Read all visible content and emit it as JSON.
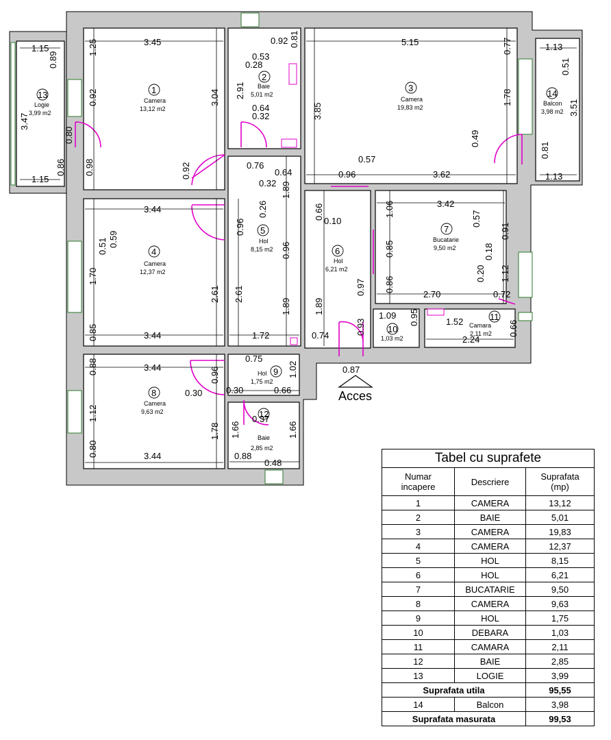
{
  "rooms": [
    {
      "num": "1",
      "name": "Camera",
      "area": "13,12 m2"
    },
    {
      "num": "2",
      "name": "Baie",
      "area": "5,01 m2"
    },
    {
      "num": "3",
      "name": "Camera",
      "area": "19,83 m2"
    },
    {
      "num": "4",
      "name": "Camera",
      "area": "12,37 m2"
    },
    {
      "num": "5",
      "name": "Hol",
      "area": "8,15 m2"
    },
    {
      "num": "6",
      "name": "Hol",
      "area": "6,21 m2"
    },
    {
      "num": "7",
      "name": "Bucatarie",
      "area": "9,50 m2"
    },
    {
      "num": "8",
      "name": "Camera",
      "area": "9,63 m2"
    },
    {
      "num": "9",
      "name": "Hol",
      "area": "1,75 m2"
    },
    {
      "num": "10",
      "name": "",
      "area": "1,03 m2"
    },
    {
      "num": "11",
      "name": "Camara",
      "area": "2,11 m2"
    },
    {
      "num": "12",
      "name": "Baie",
      "area": "2,85 m2"
    },
    {
      "num": "13",
      "name": "Logie",
      "area": "3,99 m2"
    },
    {
      "num": "14",
      "name": "Balcon",
      "area": "3,98 m2"
    }
  ],
  "dims": [
    "1.15",
    "0.89",
    "1.25",
    "3.45",
    "0.92",
    "0.53",
    "0.28",
    "0.81",
    "5.15",
    "0.77",
    "1.13",
    "0.51",
    "3.47",
    "0.92",
    "3.04",
    "2.91",
    "0.64",
    "0.32",
    "3.85",
    "1.78",
    "3.51",
    "0.80",
    "0.49",
    "0.81",
    "0.86",
    "0.98",
    "0.92",
    "0.76",
    "0.64",
    "0.32",
    "0.57",
    "0.96",
    "3.62",
    "1.15",
    "1.13",
    "3.44",
    "0.26",
    "1.89",
    "0.66",
    "0.10",
    "1.06",
    "3.42",
    "0.57",
    "0.91",
    "0.51",
    "0.59",
    "0.96",
    "0.96",
    "0.85",
    "0.18",
    "1.70",
    "2.61",
    "2.61",
    "0.97",
    "0.86",
    "0.20",
    "1.12",
    "1.89",
    "1.89",
    "2.70",
    "0.72",
    "1.09",
    "0.93",
    "0.95",
    "1.52",
    "0.85",
    "3.44",
    "1.72",
    "0.74",
    "2.24",
    "0.66",
    "0.75",
    "3.44",
    "0.88",
    "0.96",
    "1.02",
    "0.87",
    "0.30",
    "0.30",
    "0.66",
    "1.12",
    "1.78",
    "1.66",
    "0.37",
    "1.66",
    "0.80",
    "3.44",
    "0.88",
    "0.48"
  ],
  "access_label": "Acces",
  "table": {
    "title": "Tabel cu suprafete",
    "headers": [
      "Numar\nincapere",
      "Descriere",
      "Suprafata\n(mp)"
    ],
    "rows": [
      [
        "1",
        "CAMERA",
        "13,12"
      ],
      [
        "2",
        "BAIE",
        "5,01"
      ],
      [
        "3",
        "CAMERA",
        "19,83"
      ],
      [
        "4",
        "CAMERA",
        "12,37"
      ],
      [
        "5",
        "HOL",
        "8,15"
      ],
      [
        "6",
        "HOL",
        "6,21"
      ],
      [
        "7",
        "BUCATARIE",
        "9,50"
      ],
      [
        "8",
        "CAMERA",
        "9,63"
      ],
      [
        "9",
        "HOL",
        "1,75"
      ],
      [
        "10",
        "DEBARA",
        "1,03"
      ],
      [
        "11",
        "CAMARA",
        "2,11"
      ],
      [
        "12",
        "BAIE",
        "2,85"
      ],
      [
        "13",
        "LOGIE",
        "3,99"
      ]
    ],
    "util_label": "Suprafata utila",
    "util_value": "95,55",
    "extra_row": [
      "14",
      "Balcon",
      "3,98"
    ],
    "total_label": "Suprafata masurata",
    "total_value": "99,53"
  },
  "colors": {
    "wall": "#c8c8c8",
    "door": "#e000c8",
    "line": "#000000"
  }
}
